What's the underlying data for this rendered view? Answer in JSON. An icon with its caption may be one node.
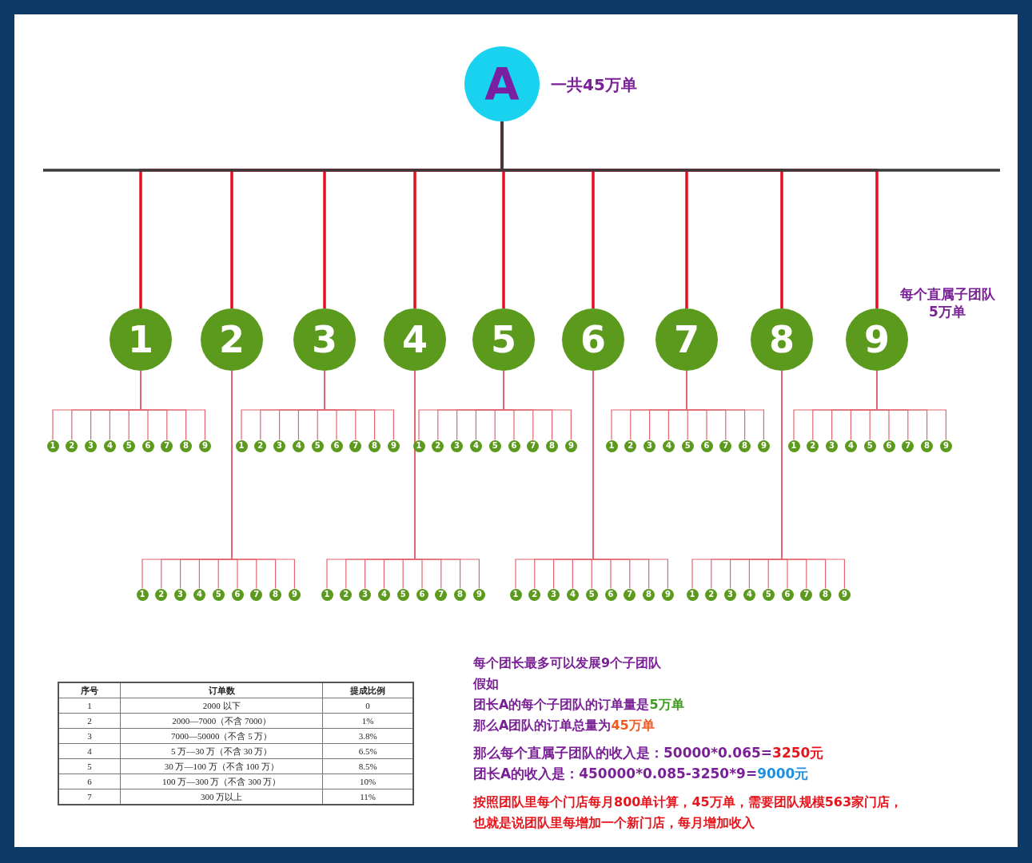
{
  "diagram": {
    "nodes": [
      {
        "text": [
          "A"
        ],
        "beside": [
          "一共45万单"
        ]
      },
      {
        "text": [
          "1"
        ]
      },
      {
        "text": [
          "2"
        ]
      },
      {
        "text": [
          "3"
        ]
      },
      {
        "text": [
          "4"
        ]
      },
      {
        "text": [
          "5"
        ]
      },
      {
        "text": [
          "6"
        ]
      },
      {
        "text": [
          "7"
        ]
      },
      {
        "text": [
          "8"
        ]
      },
      {
        "text": [
          "9"
        ]
      },
      {
        "text": [
          "1"
        ]
      },
      {
        "text": [
          "2"
        ]
      },
      {
        "text": [
          "3"
        ]
      },
      {
        "text": [
          "4"
        ]
      },
      {
        "text": [
          "5"
        ]
      },
      {
        "text": [
          "6"
        ]
      },
      {
        "text": [
          "7"
        ]
      },
      {
        "text": [
          "8"
        ]
      },
      {
        "text": [
          "9"
        ]
      },
      {
        "text": [
          "1"
        ]
      },
      {
        "text": [
          "2"
        ]
      },
      {
        "text": [
          "3"
        ]
      },
      {
        "text": [
          "4"
        ]
      },
      {
        "text": [
          "5"
        ]
      },
      {
        "text": [
          "6"
        ]
      },
      {
        "text": [
          "7"
        ]
      },
      {
        "text": [
          "8"
        ]
      },
      {
        "text": [
          "9"
        ]
      },
      {
        "text": [
          "1"
        ]
      },
      {
        "text": [
          "2"
        ]
      },
      {
        "text": [
          "3"
        ]
      },
      {
        "text": [
          "4"
        ]
      },
      {
        "text": [
          "5"
        ]
      },
      {
        "text": [
          "6"
        ]
      },
      {
        "text": [
          "7"
        ]
      },
      {
        "text": [
          "8"
        ]
      },
      {
        "text": [
          "9"
        ]
      },
      {
        "text": [
          "1"
        ]
      },
      {
        "text": [
          "2"
        ]
      },
      {
        "text": [
          "3"
        ]
      },
      {
        "text": [
          "4"
        ]
      },
      {
        "text": [
          "5"
        ]
      },
      {
        "text": [
          "6"
        ]
      },
      {
        "text": [
          "7"
        ]
      },
      {
        "text": [
          "8"
        ]
      },
      {
        "text": [
          "9"
        ]
      },
      {
        "text": [
          "1"
        ]
      },
      {
        "text": [
          "2"
        ]
      },
      {
        "text": [
          "3"
        ]
      },
      {
        "text": [
          "4"
        ]
      },
      {
        "text": [
          "5"
        ]
      },
      {
        "text": [
          "6"
        ]
      },
      {
        "text": [
          "7"
        ]
      },
      {
        "text": [
          "8"
        ]
      },
      {
        "text": [
          "9"
        ]
      },
      {
        "text": [
          "1"
        ]
      },
      {
        "text": [
          "2"
        ]
      },
      {
        "text": [
          "3"
        ]
      },
      {
        "text": [
          "4"
        ]
      },
      {
        "text": [
          "5"
        ]
      },
      {
        "text": [
          "6"
        ]
      },
      {
        "text": [
          "7"
        ]
      },
      {
        "text": [
          "8"
        ]
      },
      {
        "text": [
          "9"
        ]
      },
      {
        "text": [
          "1"
        ]
      },
      {
        "text": [
          "2"
        ]
      },
      {
        "text": [
          "3"
        ]
      },
      {
        "text": [
          "4"
        ]
      },
      {
        "text": [
          "5"
        ]
      },
      {
        "text": [
          "6"
        ]
      },
      {
        "text": [
          "7"
        ]
      },
      {
        "text": [
          "8"
        ]
      },
      {
        "text": [
          "9"
        ]
      },
      {
        "text": [
          "1"
        ]
      },
      {
        "text": [
          "2"
        ]
      },
      {
        "text": [
          "3"
        ]
      },
      {
        "text": [
          "4"
        ]
      },
      {
        "text": [
          "5"
        ]
      },
      {
        "text": [
          "6"
        ]
      },
      {
        "text": [
          "7"
        ]
      },
      {
        "text": [
          "8"
        ]
      },
      {
        "text": [
          "9"
        ]
      },
      {
        "text": [
          "1"
        ]
      },
      {
        "text": [
          "2"
        ]
      },
      {
        "text": [
          "3"
        ]
      },
      {
        "text": [
          "4"
        ]
      },
      {
        "text": [
          "5"
        ]
      },
      {
        "text": [
          "6"
        ]
      },
      {
        "text": [
          "7"
        ]
      },
      {
        "text": [
          "8"
        ]
      },
      {
        "text": [
          "9"
        ]
      }
    ],
    "edges": [
      {
        "from": 0,
        "to": 1,
        "arrow": "none",
        "style": "thick",
        "color": "#e3101c"
      },
      {
        "from": 0,
        "to": 2,
        "arrow": "none",
        "style": "thick",
        "color": "#e3101c"
      },
      {
        "from": 0,
        "to": 3,
        "arrow": "none",
        "style": "thick",
        "color": "#e3101c"
      },
      {
        "from": 0,
        "to": 4,
        "arrow": "none",
        "style": "thick",
        "color": "#e3101c"
      },
      {
        "from": 0,
        "to": 5,
        "arrow": "none",
        "style": "thick",
        "color": "#e3101c"
      },
      {
        "from": 0,
        "to": 6,
        "arrow": "none",
        "style": "thick",
        "color": "#e3101c"
      },
      {
        "from": 0,
        "to": 7,
        "arrow": "none",
        "style": "thick",
        "color": "#e3101c"
      },
      {
        "from": 0,
        "to": 8,
        "arrow": "none",
        "style": "thick",
        "color": "#e3101c"
      },
      {
        "from": 0,
        "to": 9,
        "arrow": "none",
        "style": "thick",
        "color": "#e3101c"
      },
      {
        "from": 1,
        "to": 10,
        "arrow": "none"
      },
      {
        "from": 1,
        "to": 11,
        "arrow": "none"
      },
      {
        "from": 1,
        "to": 12,
        "arrow": "none"
      },
      {
        "from": 1,
        "to": 13,
        "arrow": "none"
      },
      {
        "from": 1,
        "to": 14,
        "arrow": "none"
      },
      {
        "from": 1,
        "to": 15,
        "arrow": "none"
      },
      {
        "from": 1,
        "to": 16,
        "arrow": "none"
      },
      {
        "from": 1,
        "to": 17,
        "arrow": "none"
      },
      {
        "from": 1,
        "to": 18,
        "arrow": "none"
      },
      {
        "from": 2,
        "to": 19,
        "arrow": "none"
      },
      {
        "from": 2,
        "to": 20,
        "arrow": "none"
      },
      {
        "from": 2,
        "to": 21,
        "arrow": "none"
      },
      {
        "from": 2,
        "to": 22,
        "arrow": "none"
      },
      {
        "from": 2,
        "to": 23,
        "arrow": "none"
      },
      {
        "from": 2,
        "to": 24,
        "arrow": "none"
      },
      {
        "from": 2,
        "to": 25,
        "arrow": "none"
      },
      {
        "from": 2,
        "to": 26,
        "arrow": "none"
      },
      {
        "from": 2,
        "to": 27,
        "arrow": "none"
      },
      {
        "from": 3,
        "to": 28,
        "arrow": "none"
      },
      {
        "from": 3,
        "to": 29,
        "arrow": "none"
      },
      {
        "from": 3,
        "to": 30,
        "arrow": "none"
      },
      {
        "from": 3,
        "to": 31,
        "arrow": "none"
      },
      {
        "from": 3,
        "to": 32,
        "arrow": "none"
      },
      {
        "from": 3,
        "to": 33,
        "arrow": "none"
      },
      {
        "from": 3,
        "to": 34,
        "arrow": "none"
      },
      {
        "from": 3,
        "to": 35,
        "arrow": "none"
      },
      {
        "from": 3,
        "to": 36,
        "arrow": "none"
      },
      {
        "from": 4,
        "to": 37,
        "arrow": "none"
      },
      {
        "from": 4,
        "to": 38,
        "arrow": "none"
      },
      {
        "from": 4,
        "to": 39,
        "arrow": "none"
      },
      {
        "from": 4,
        "to": 40,
        "arrow": "none"
      },
      {
        "from": 4,
        "to": 41,
        "arrow": "none"
      },
      {
        "from": 4,
        "to": 42,
        "arrow": "none"
      },
      {
        "from": 4,
        "to": 43,
        "arrow": "none"
      },
      {
        "from": 4,
        "to": 44,
        "arrow": "none"
      },
      {
        "from": 4,
        "to": 45,
        "arrow": "none"
      },
      {
        "from": 5,
        "to": 46,
        "arrow": "none"
      },
      {
        "from": 5,
        "to": 47,
        "arrow": "none"
      },
      {
        "from": 5,
        "to": 48,
        "arrow": "none"
      },
      {
        "from": 5,
        "to": 49,
        "arrow": "none"
      },
      {
        "from": 5,
        "to": 50,
        "arrow": "none"
      },
      {
        "from": 5,
        "to": 51,
        "arrow": "none"
      },
      {
        "from": 5,
        "to": 52,
        "arrow": "none"
      },
      {
        "from": 5,
        "to": 53,
        "arrow": "none"
      },
      {
        "from": 5,
        "to": 54,
        "arrow": "none"
      },
      {
        "from": 6,
        "to": 55,
        "arrow": "none"
      },
      {
        "from": 6,
        "to": 56,
        "arrow": "none"
      },
      {
        "from": 6,
        "to": 57,
        "arrow": "none"
      },
      {
        "from": 6,
        "to": 58,
        "arrow": "none"
      },
      {
        "from": 6,
        "to": 59,
        "arrow": "none"
      },
      {
        "from": 6,
        "to": 60,
        "arrow": "none"
      },
      {
        "from": 6,
        "to": 61,
        "arrow": "none"
      },
      {
        "from": 6,
        "to": 62,
        "arrow": "none"
      },
      {
        "from": 6,
        "to": 63,
        "arrow": "none"
      },
      {
        "from": 7,
        "to": 64,
        "arrow": "none"
      },
      {
        "from": 7,
        "to": 65,
        "arrow": "none"
      },
      {
        "from": 7,
        "to": 66,
        "arrow": "none"
      },
      {
        "from": 7,
        "to": 67,
        "arrow": "none"
      },
      {
        "from": 7,
        "to": 68,
        "arrow": "none"
      },
      {
        "from": 7,
        "to": 69,
        "arrow": "none"
      },
      {
        "from": 7,
        "to": 70,
        "arrow": "none"
      },
      {
        "from": 7,
        "to": 71,
        "arrow": "none"
      },
      {
        "from": 7,
        "to": 72,
        "arrow": "none"
      },
      {
        "from": 8,
        "to": 73,
        "arrow": "none"
      },
      {
        "from": 8,
        "to": 74,
        "arrow": "none"
      },
      {
        "from": 8,
        "to": 75,
        "arrow": "none"
      },
      {
        "from": 8,
        "to": 76,
        "arrow": "none"
      },
      {
        "from": 8,
        "to": 77,
        "arrow": "none"
      },
      {
        "from": 8,
        "to": 78,
        "arrow": "none"
      },
      {
        "from": 8,
        "to": 79,
        "arrow": "none"
      },
      {
        "from": 8,
        "to": 80,
        "arrow": "none"
      },
      {
        "from": 8,
        "to": 81,
        "arrow": "none"
      },
      {
        "from": 9,
        "to": 82,
        "arrow": "none"
      },
      {
        "from": 9,
        "to": 83,
        "arrow": "none"
      },
      {
        "from": 9,
        "to": 84,
        "arrow": "none"
      },
      {
        "from": 9,
        "to": 85,
        "arrow": "none"
      },
      {
        "from": 9,
        "to": 86,
        "arrow": "none"
      },
      {
        "from": 9,
        "to": 87,
        "arrow": "none"
      },
      {
        "from": 9,
        "to": 88,
        "arrow": "none"
      },
      {
        "from": 9,
        "to": 89,
        "arrow": "none"
      },
      {
        "from": 9,
        "to": 90,
        "arrow": "none"
      }
    ],
    "labels": [
      "每个直属子团队5万单",
      "序号",
      "订单数",
      "提成比例",
      "1",
      "2000 以下",
      "0",
      "2",
      "2000—7000（不含 7000）",
      "1%",
      "3",
      "7000—50000（不含 5 万）",
      "3.8%",
      "4",
      "5 万—30 万（不含 30 万）",
      "6.5%",
      "5",
      "30 万—100 万（不含 100 万）",
      "8.5%",
      "6",
      "100 万—300 万（不含 300 万）",
      "10%",
      "7",
      "300 万以上",
      "11%",
      "每个团长最多可以发展9个子团队",
      "假如",
      "团长A的每个子团队的订单量是",
      "5万单",
      "那么A团队的订单总量为",
      "45万单",
      "那么每个直属子团队的收入是：50000*0.065=",
      "3250元",
      "团长A的收入是：450000*0.085-3250*9=",
      "9000元",
      "按照团队里每个门店每月800单计算，45万单，需要团队规模563家门店，",
      "也就是说团队里每增加一个新门店，每月增加收入"
    ]
  }
}
